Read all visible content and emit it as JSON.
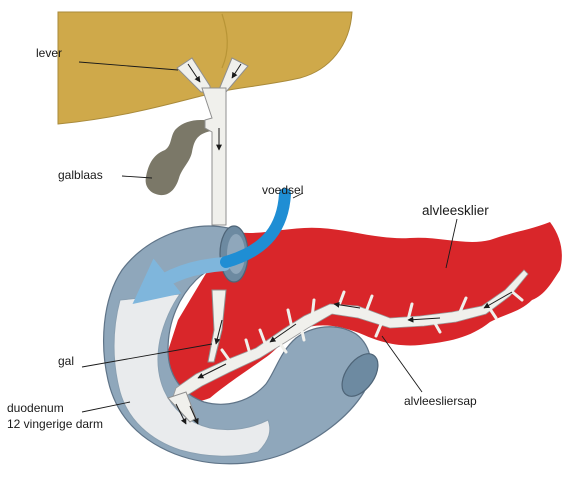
{
  "labels": {
    "liver": "lever",
    "gallbladder": "galblaas",
    "food": "voedsel",
    "pancreas": "alvleesklier",
    "bile": "gal",
    "pancreatic_juice": "alvleesliersap",
    "duodenum_line1": "duodenum",
    "duodenum_line2": "12 vingerige darm"
  },
  "colors": {
    "liver": "#cfa94a",
    "gallbladder": "#7b7868",
    "duct": "#f0f0ec",
    "duct_outline": "#8f8f8f",
    "pancreas": "#d9262a",
    "duodenum_wall": "#8fa7bb",
    "duodenum_inner": "#e9ebed",
    "food_flow": "#1f8ed4",
    "arrow": "#1a1a1a"
  }
}
